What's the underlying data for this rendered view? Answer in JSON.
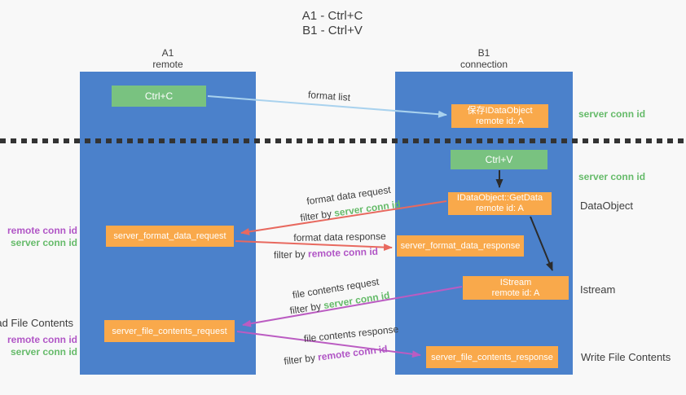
{
  "colors": {
    "lane_blue": "#4b81cb",
    "box_green": "#79c280",
    "box_orange": "#f9a94b",
    "text_green": "#66bb6a",
    "text_purple": "#b156c6",
    "arrow_red": "#e8695f",
    "arrow_purple": "#bb5cc2",
    "arrow_blue": "#a9d2ee",
    "arrow_black": "#2b2b2b",
    "separator": "#333333"
  },
  "title": {
    "line1": "A1 - Ctrl+C",
    "line2": "B1 - Ctrl+V"
  },
  "lanes": {
    "left": {
      "name": "A1",
      "subtitle": "remote"
    },
    "right": {
      "name": "B1",
      "subtitle": "connection"
    }
  },
  "nodes": {
    "ctrl_c": {
      "label": "Ctrl+C"
    },
    "save_dataobject": {
      "line1": "保存IDataObject",
      "line2": "remote id: A"
    },
    "ctrl_v": {
      "label": "Ctrl+V"
    },
    "getdata": {
      "line1": "IDataObject::GetData",
      "line2": "remote id: A"
    },
    "format_request": {
      "label": "server_format_data_request"
    },
    "format_response": {
      "label": "server_format_data_response"
    },
    "istream": {
      "line1": "IStream",
      "line2": "remote id: A"
    },
    "file_request": {
      "label": "server_file_contents_request"
    },
    "file_response": {
      "label": "server_file_contents_response"
    }
  },
  "annotations": {
    "server_conn_id_top": "server conn id",
    "server_conn_id_mid": "server conn id",
    "dataobject": "DataObject",
    "istream": "Istream",
    "write_file_contents": "Write File Contents",
    "read_file_contents": "Read File Contents",
    "format_remote_conn_id": "remote conn id",
    "format_server_conn_id": "server conn id",
    "file_remote_conn_id": "remote conn id",
    "file_server_conn_id": "server conn id"
  },
  "flow_labels": {
    "format_list": "format list",
    "format_data_request": "format data request",
    "format_data_response": "format data response",
    "file_contents_request": "file contents request",
    "file_contents_response": "file contents response",
    "filter_prefix": "filter by ",
    "server_conn_id": "server conn id",
    "remote_conn_id": "remote conn id"
  }
}
